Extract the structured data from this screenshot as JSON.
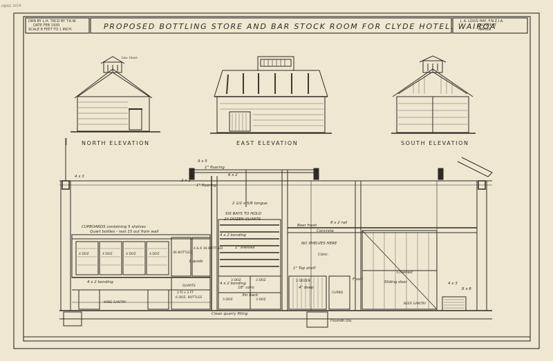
{
  "title_block": {
    "left": {
      "line1": "DRN BY L.H. TRCD BY T.R.W.",
      "line2": "DATE FEB 1930",
      "line3": "SCALE 8 FEET TO 1 INCH."
    },
    "title": "PROPOSED BOTTLING STORE AND BAR STOCK ROOM FOR CLYDE HOTEL, WAIROA",
    "architect": {
      "line1": "J. A. LOUIS HAY, F.N.Z.I.A.",
      "line2": "ARCHITECT",
      "line3": "NAPIER."
    }
  },
  "stamp": "HBAG 2014",
  "elevations": {
    "north": "NORTH ELEVATION",
    "east": "EAST ELEVATION",
    "south": "SOUTH ELEVATION",
    "louvre_note": "Lou. louvr."
  },
  "section_notes": {
    "flooring_top": "1\" flooring",
    "dim_95": "9 x 5",
    "dim_62": "6 x 2",
    "dim_43": "4 x 3",
    "flooring_2": "1\" flooring",
    "dim_21": "2 x 1",
    "tongue": "2 1/2 x 5/8 tongue",
    "six_bays_1": "SIX BAYS TO HOLD",
    "six_bays_2": "24 DOZEN QUARTS",
    "beer_fresh": "Beer fresh",
    "concrete": "Concrete",
    "dim_84": "8 x 2 rail",
    "cupboards_1": "CUPBOARDS containing 5 shelves",
    "cupboards_2": "Quart bottles - rest 15 out from wall",
    "bonding_1": "4 x 2 bonding",
    "shelves": "1\" shelves",
    "no_shelves": "NO SHELVES HERE",
    "conc": "Conc.",
    "top_shelf": "1\" Top shelf",
    "doz_1": "4 DOZ",
    "doz_2": "4 DOZ",
    "doz_3": "4 DOZ",
    "doz_4": "4 DOZ",
    "bottles_1": "36 BOTTLED",
    "bottles_2": "4 & 6 36 BOTTLED",
    "liquids": "Liquids",
    "bonding_2": "4 x 2 bonding",
    "bonding_3": "4 x 2 bonding",
    "quarts": "QUARTS",
    "stack_1": "2 Ft x 2 FT",
    "stack_2": "6 DOZ. BOTTLES",
    "doz_a": "3 DOZ",
    "doz_b": "3 DOZ",
    "doz_c": "3 DOZ",
    "doz_d": "3 DOZ",
    "back": "3in back",
    "conc_2": "18\" conc",
    "doz_two": "2 DOZEN",
    "shelf_note": "4\" deep",
    "fixed": "Fixed",
    "cupbd": "CUPBD",
    "sliding_door": "Sliding door",
    "chain": "Chained",
    "wine_gantry": "WINE GANTRY",
    "beer_gantry": "BEER GANTRY",
    "dim_43b": "4 x 3",
    "dim_ss": "8 x 8",
    "filling": "Clean quarry filling",
    "foundn": "Foundn Do."
  }
}
